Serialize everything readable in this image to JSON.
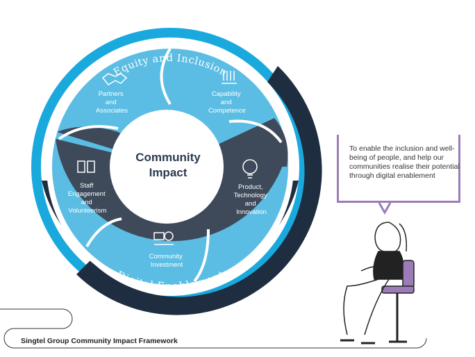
{
  "diagram": {
    "center_title_line1": "Community",
    "center_title_line2": "Impact",
    "outer_ring_top": "Equity and Inclusion",
    "outer_ring_bottom": "Digital Enablement",
    "segments": {
      "partners": [
        "Partners",
        "and",
        "Associates"
      ],
      "capability": [
        "Capability",
        "and",
        "Competence"
      ],
      "product": [
        "Product,",
        "Technology",
        "and",
        "Innovation"
      ],
      "community_investment": [
        "Community",
        "Investment"
      ],
      "staff": [
        "Staff",
        "Engagement",
        "and",
        "Volunteerism"
      ]
    },
    "colors": {
      "light_blue": "#5bbde3",
      "mid_blue": "#1aa9dd",
      "dark_slate": "#3e4a5a",
      "navy": "#1f2d40",
      "purple": "#9b7cb7"
    }
  },
  "speech_bubble": "To enable the inclusion and well-being of people, and help our communities realise their potential through digital enablement",
  "caption": "Singtel Group Community Impact Framework"
}
